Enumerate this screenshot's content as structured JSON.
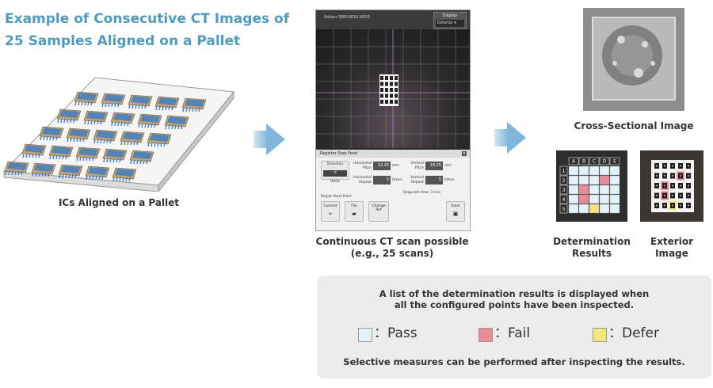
{
  "title": {
    "line1": "Example of Consecutive CT Images of",
    "line2": "25 Samples Aligned on a Pallet"
  },
  "captions": {
    "pallet": "ICs Aligned on a Pallet",
    "scan_line1": "Continuous CT scan possible",
    "scan_line2": "(e.g., 25 scans)",
    "cross_section": "Cross-Sectional Image",
    "determination_line1": "Determination",
    "determination_line2": "Results",
    "exterior_line1": "Exterior",
    "exterior_line2": "Image"
  },
  "app": {
    "window_title": "Xslicer SMX-6010 0003",
    "display_label": "Display",
    "display_value": "Exterior",
    "form_title": "Register Step Feed",
    "direction_label": "Direction",
    "direction_value": "Horiz",
    "h_pitch_label_1": "Horizontal",
    "h_pitch_label_2": "Pitch",
    "h_pitch_value": "13.25",
    "h_pitch_unit": "mm",
    "v_pitch_label_1": "Vertical",
    "v_pitch_label_2": "Pitch",
    "v_pitch_value": "18.25",
    "v_pitch_unit": "mm",
    "h_repeat_label_1": "Horizontal",
    "h_repeat_label_2": "Repeat",
    "h_repeat_value": "5",
    "h_repeat_unit": "times",
    "v_repeat_label_1": "Vertical",
    "v_repeat_label_2": "Repeat",
    "v_repeat_value": "5",
    "v_repeat_unit": "times",
    "required_time": "Required time: 3 min",
    "register_start": "Regist Start Point",
    "btn_current": "Current",
    "btn_file": "File",
    "btn_change": "Change",
    "btn_change_2": "Ref",
    "btn_save": "Save"
  },
  "grid": {
    "columns": [
      "A",
      "B",
      "C",
      "D",
      "E"
    ],
    "rows": [
      "1",
      "2",
      "3",
      "4",
      "5"
    ],
    "cells": [
      [
        "pass",
        "pass",
        "pass",
        "pass",
        "pass"
      ],
      [
        "pass",
        "pass",
        "pass",
        "fail",
        "pass"
      ],
      [
        "pass",
        "fail",
        "pass",
        "pass",
        "pass"
      ],
      [
        "pass",
        "fail",
        "pass",
        "pass",
        "pass"
      ],
      [
        "pass",
        "pass",
        "defer",
        "pass",
        "pass"
      ]
    ],
    "colors": {
      "pass": "#e4f2fa",
      "fail": "#ea8c97",
      "defer": "#f4e67a"
    }
  },
  "result_box": {
    "line1": "A list of the determination results is displayed when",
    "line2": "all the configured points have been inspected.",
    "pass_label": "：Pass",
    "fail_label": "：Fail",
    "defer_label": "：Defer",
    "footer": "Selective measures can be performed after inspecting the results."
  },
  "colors": {
    "title": "#4d9bc1",
    "arrow": "#7fb6d9",
    "pass": "#e4f2fa",
    "fail": "#ea8c97",
    "defer": "#f4e67a"
  }
}
